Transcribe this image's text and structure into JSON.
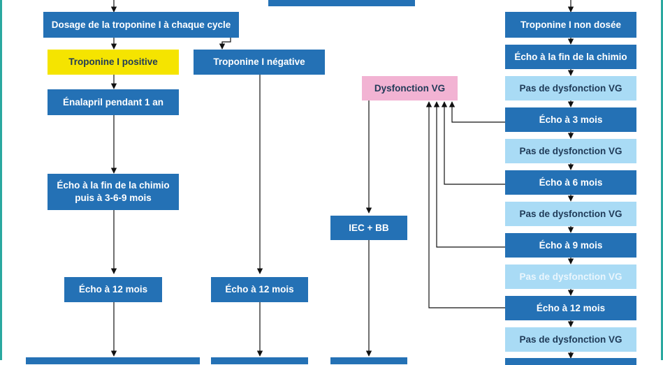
{
  "diagram": {
    "left": {
      "dosage": "Dosage de la troponine I à chaque cycle",
      "troponine_positive": "Troponine I positive",
      "troponine_negative": "Troponine I négative",
      "enalapril": "Énalapril pendant 1 an",
      "echo_fin_line1": "Écho à la fin de la chimio",
      "echo_fin_line2": "puis à 3-6-9 mois",
      "echo_12_a": "Écho à 12 mois",
      "echo_12_b": "Écho à 12 mois"
    },
    "middle": {
      "dysfonction": "Dysfonction VG",
      "iec_bb": "IEC + BB"
    },
    "right": {
      "troponine_non_dosee": "Troponine I non dosée",
      "echo_fin": "Écho à la fin de la chimio",
      "pas_dysfonction_1": "Pas de dysfonction VG",
      "echo_3": "Écho à 3 mois",
      "pas_dysfonction_2": "Pas de dysfonction VG",
      "echo_6": "Écho à 6 mois",
      "pas_dysfonction_3": "Pas de dysfonction VG",
      "echo_9": "Écho à 9 mois",
      "pas_dysfonction_4": "Pas de dysfonction VG",
      "echo_12": "Écho à 12 mois",
      "pas_dysfonction_5": "Pas de dysfonction VG"
    }
  },
  "colors": {
    "dark_box": "#2471b5",
    "light_box": "#a9dbf5",
    "positive_box": "#f5e400",
    "dysfonction_box": "#f2b3d3",
    "frame": "#2aa8a0",
    "line": "#111111"
  }
}
